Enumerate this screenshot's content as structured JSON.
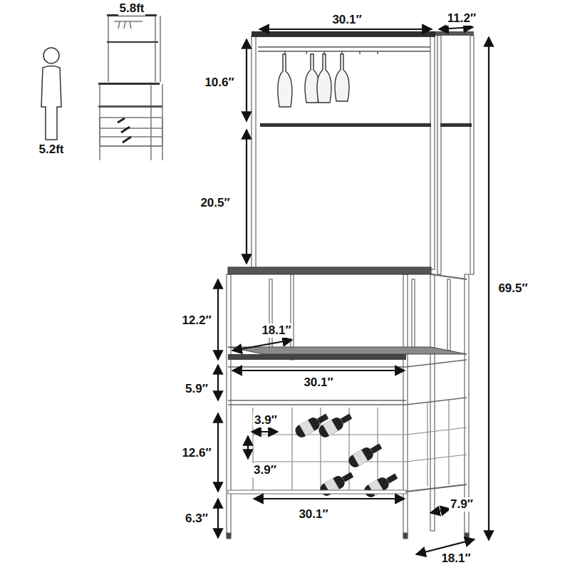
{
  "diagram": {
    "labels": [
      "5.8ft",
      "5.2ft",
      "30.1″",
      "11.2″",
      "10.6″",
      "20.5″",
      "69.5″",
      "12.2″",
      "18.1″",
      "30.1″",
      "5.9″",
      "3.9″",
      "12.6″",
      "3.9″",
      "6.3″",
      "30.1″",
      "7.9″",
      "18.1″"
    ]
  }
}
